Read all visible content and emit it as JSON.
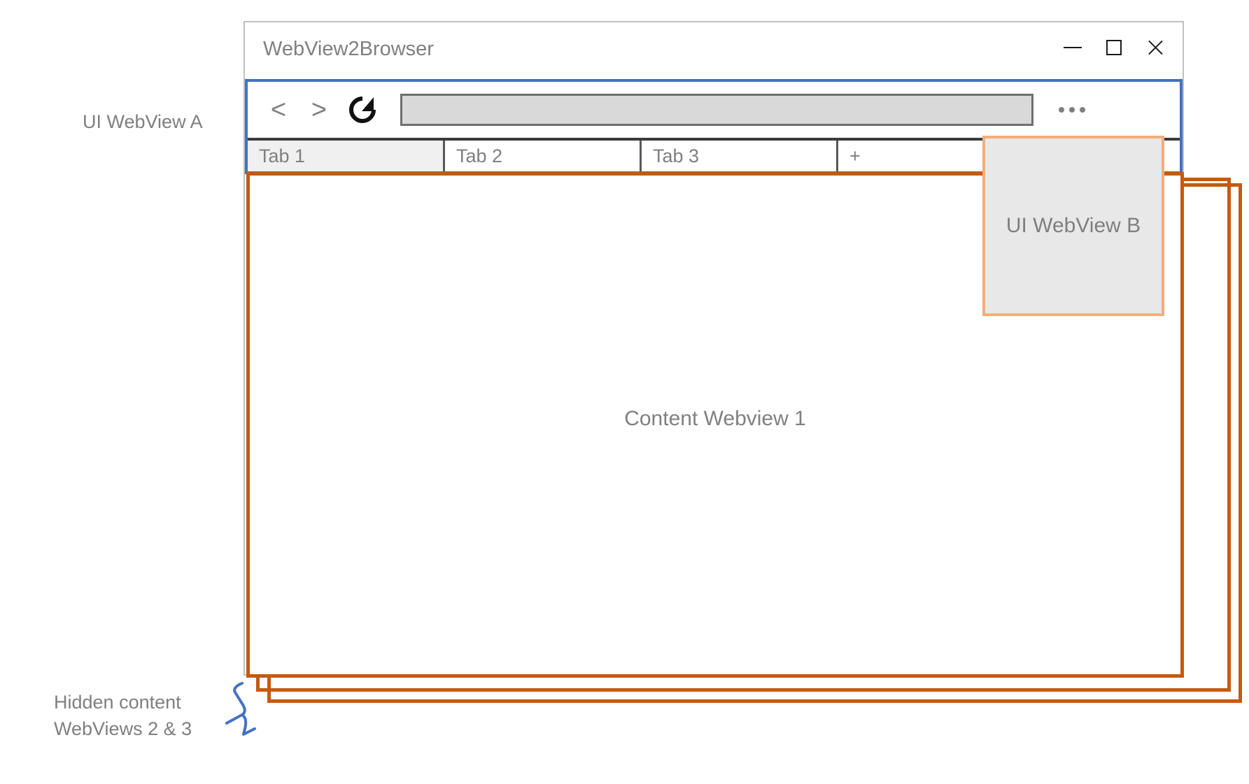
{
  "annotations": {
    "ui_webview_a_label": "UI WebView A",
    "hidden_content_line1": "Hidden content",
    "hidden_content_line2": "WebViews 2 & 3",
    "ui_webview_b_label": "UI WebView B",
    "content_webview_label": "Content Webview 1"
  },
  "window": {
    "title": "WebView2Browser",
    "controls": [
      {
        "name": "minimize",
        "glyph": "—"
      },
      {
        "name": "maximize",
        "glyph": "□"
      },
      {
        "name": "close",
        "glyph": "✕"
      }
    ]
  },
  "toolbar": {
    "back_glyph": "<",
    "forward_glyph": ">",
    "reload_icon": "reload-icon",
    "address_value": "",
    "address_placeholder": "",
    "menu_icon": "ellipsis-icon"
  },
  "tabs": [
    {
      "label": "Tab 1",
      "active": true
    },
    {
      "label": "Tab 2",
      "active": false
    },
    {
      "label": "Tab 3",
      "active": false
    },
    {
      "label": "+",
      "active": false
    }
  ],
  "colors": {
    "ui_webview_a_border": "#4472c4",
    "ui_webview_b_border": "#f4ad79",
    "ui_webview_b_fill": "#e8e8e8",
    "content_webview_border": "#c55a11",
    "window_border": "#bfbfbf",
    "label_text": "#7f7f7f",
    "tab_divider": "#595959",
    "tabstrip_top_rule": "#3b3b3b",
    "address_fill": "#d9d9d9",
    "address_border": "#6f6f6f",
    "brace": "#4472c4"
  }
}
